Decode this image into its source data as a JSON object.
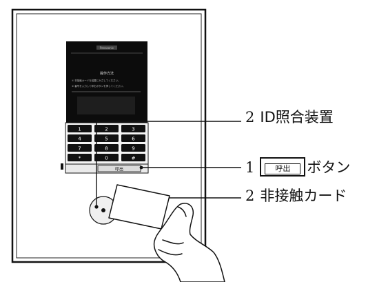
{
  "panel": {
    "screen_header": "Panasonic",
    "screen_title": "操作方法",
    "screen_lines": [
      "① 非接触カードを装置にかざしてください。",
      "② 番号を入力して呼出ボタンを押してください。"
    ],
    "keypad": [
      "1",
      "2",
      "3",
      "4",
      "5",
      "6",
      "7",
      "8",
      "9",
      "*",
      "0",
      "#"
    ],
    "call_button_label": "呼出"
  },
  "callouts": [
    {
      "number": "2",
      "text": "ID照合装置"
    },
    {
      "number": "1",
      "button": "呼出",
      "text": "ボタン"
    },
    {
      "number": "2",
      "text": "非接触カード"
    }
  ]
}
